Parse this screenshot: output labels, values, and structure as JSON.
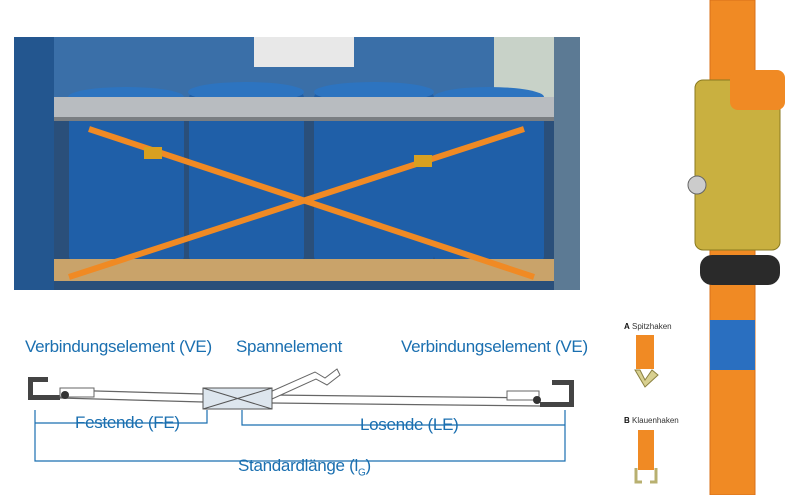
{
  "photo": {
    "name": "truck-load-photo"
  },
  "diagram": {
    "ve_left": "Verbindungselement (VE)",
    "spannelement": "Spannelement",
    "ve_right": "Verbindungselement (VE)",
    "festende": "Festende (FE)",
    "losende": "Losende (LE)",
    "standardlaenge": "Standardlänge (l",
    "standardlaenge_sub": "G",
    "standardlaenge_close": ")"
  },
  "hooks": {
    "a_letter": "A",
    "a_label": "Spitzhaken",
    "b_letter": "B",
    "b_label": "Klauenhaken"
  },
  "colors": {
    "accent": "#1a6fb0",
    "strap": "#f08a24"
  }
}
